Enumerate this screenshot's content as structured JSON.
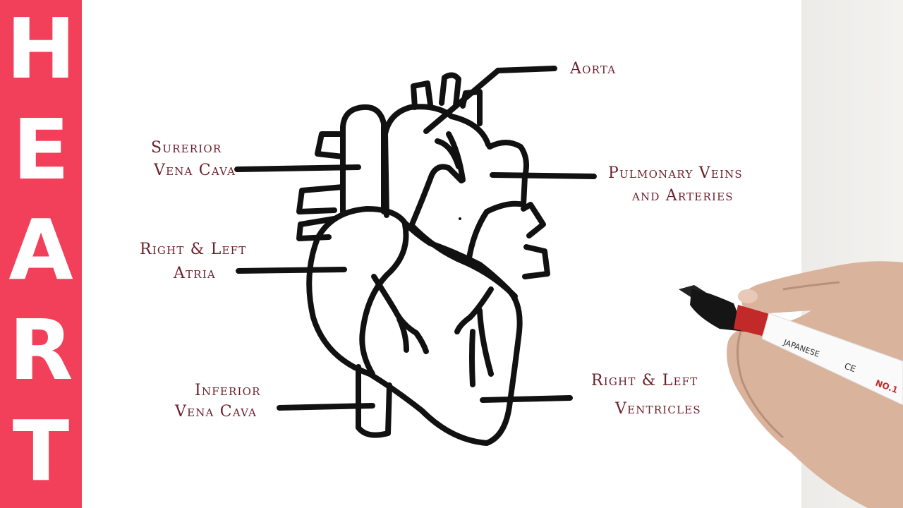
{
  "side_banner": {
    "letters": [
      "H",
      "E",
      "A",
      "R",
      "T"
    ],
    "color": "#f2405a"
  },
  "labels": {
    "aorta": "Aorta",
    "superior_vena_cava": [
      "Surerior",
      "Vena Cava"
    ],
    "pulmonary": [
      "Pulmonary Veins",
      "and Arteries"
    ],
    "atria": [
      "Right & Left",
      "Atria"
    ],
    "inferior_vena_cava": [
      "Inferior",
      "Vena Cava"
    ],
    "ventricles": [
      "Right & Left",
      "Ventricles"
    ]
  },
  "marker": {
    "brand": "JAPANESE",
    "mark": "CE",
    "model": "NO.1"
  },
  "colors": {
    "ink": "#111111",
    "label_ink": "#6b1f2a",
    "marker_cap": "#c22a2a"
  }
}
